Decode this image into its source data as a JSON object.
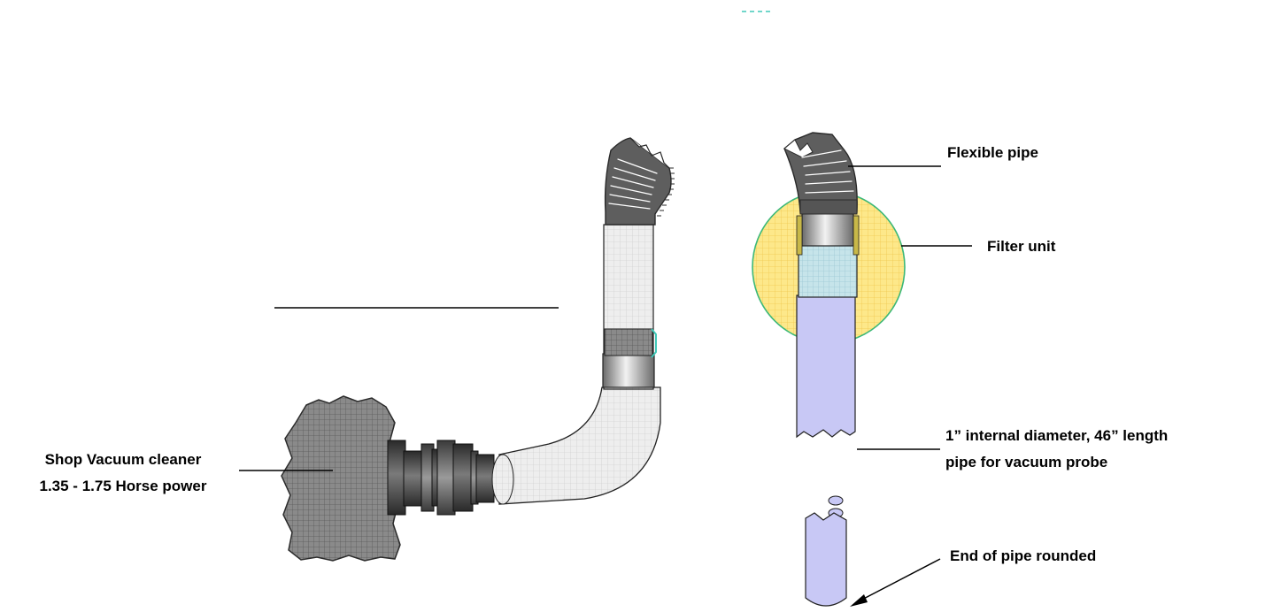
{
  "labels": {
    "flexible_pipe": "Flexible pipe",
    "filter_unit": "Filter unit",
    "probe_pipe_line1": "1” internal diameter, 46” length",
    "probe_pipe_line2": "pipe for vacuum probe",
    "shop_vacuum_line1": "Shop Vacuum cleaner",
    "shop_vacuum_line2": "1.35 - 1.75 Horse power",
    "end_of_pipe": "End of pipe rounded"
  },
  "colors": {
    "hose_dark": "#5e5e5e",
    "vacuum_body": "#8a8a8a",
    "probe_pipe": "#c8c8f5",
    "filter_fill": "#fde88a",
    "filter_outline": "#3cb878",
    "pipe_light": "#ececec",
    "teal_dash": "#40c8b8"
  }
}
